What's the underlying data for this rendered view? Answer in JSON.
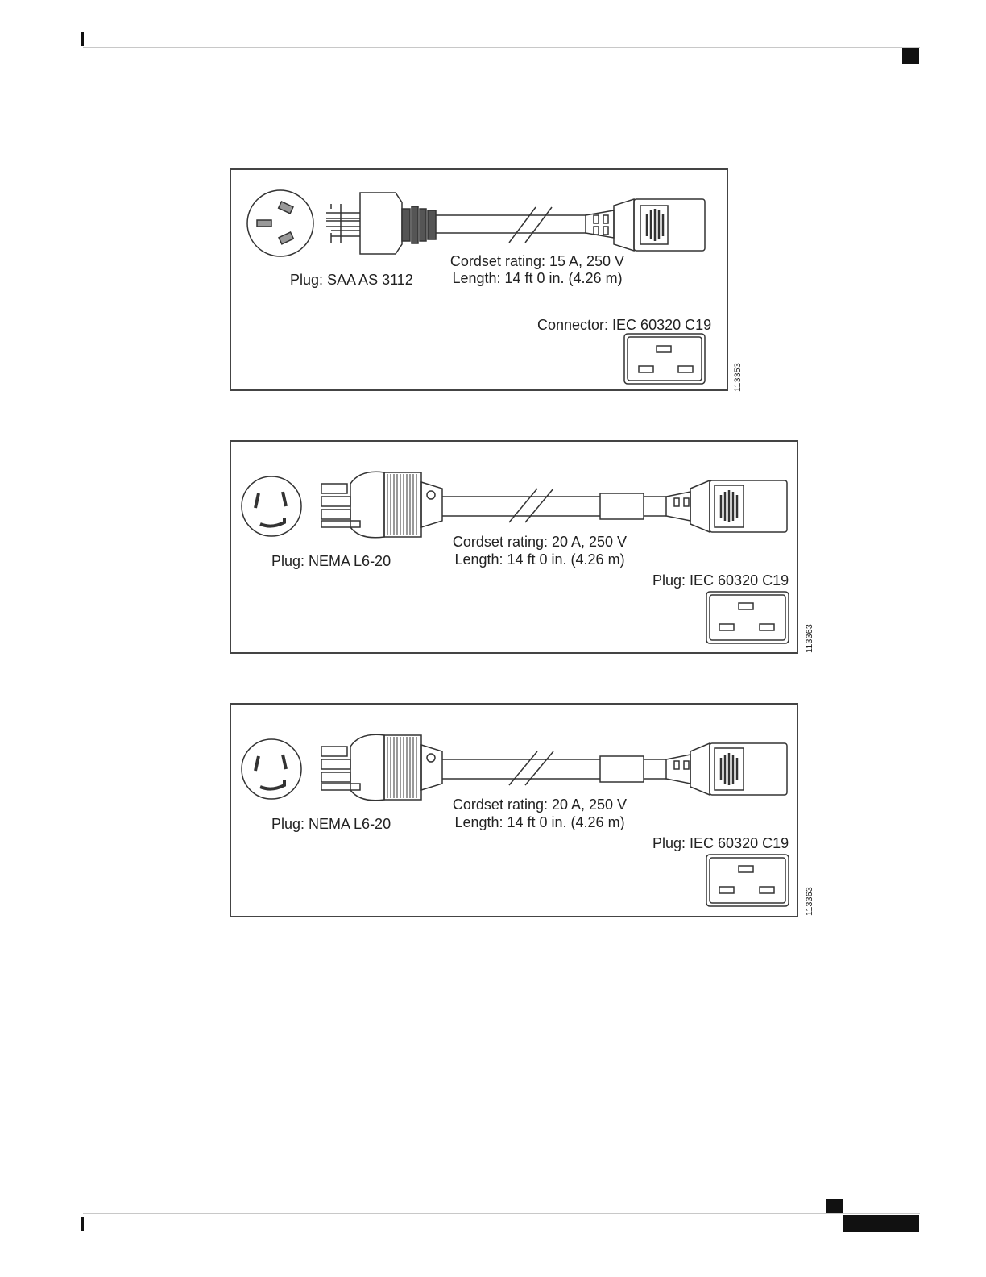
{
  "figures": [
    {
      "plug_label": "Plug: SAA AS 3112",
      "cordset_rating": "Cordset rating: 15 A, 250 V",
      "length": "Length: 14 ft 0 in. (4.26 m)",
      "connector_label": "Connector: IEC 60320 C19",
      "figure_id": "113353"
    },
    {
      "plug_label": "Plug: NEMA L6-20",
      "cordset_rating": "Cordset rating: 20 A, 250 V",
      "length": "Length: 14 ft 0 in. (4.26 m)",
      "connector_label": "Plug: IEC 60320 C19",
      "figure_id": "113363"
    },
    {
      "plug_label": "Plug: NEMA L6-20",
      "cordset_rating": "Cordset rating: 20 A, 250 V",
      "length": "Length: 14 ft 0 in. (4.26 m)",
      "connector_label": "Plug: IEC 60320 C19",
      "figure_id": "113363"
    }
  ]
}
